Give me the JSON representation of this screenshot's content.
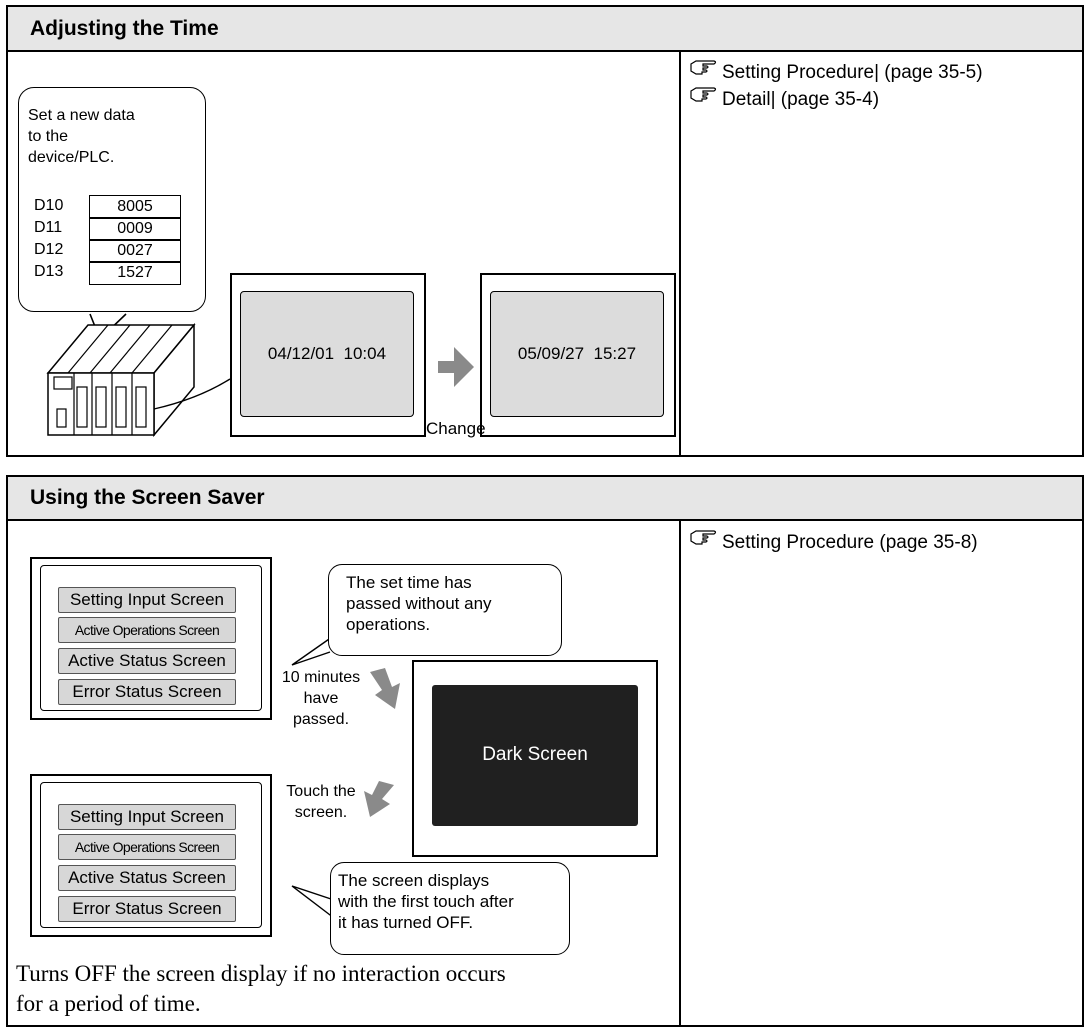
{
  "time_section": {
    "title": "Adjusting the Time",
    "refs": [
      "Setting Procedure| (page 35-5)",
      "Detail| (page 35-4)"
    ],
    "bubble_text": [
      "Set a new data",
      "to the",
      "device/PLC."
    ],
    "registers": [
      {
        "name": "D10",
        "value": "8005"
      },
      {
        "name": "D11",
        "value": "0009"
      },
      {
        "name": "D12",
        "value": "0027"
      },
      {
        "name": "D13",
        "value": "1527"
      }
    ],
    "old_time": "04/12/01  10:04",
    "new_time": "05/09/27  15:27",
    "change_label": "Change"
  },
  "saver_section": {
    "title": "Using the Screen Saver",
    "refs": [
      "Setting Procedure (page 35-8)"
    ],
    "screen_list": [
      "Setting Input Screen",
      "Active Operations Screen",
      "Active Status Screen",
      "Error Status Screen"
    ],
    "bubble_top": [
      "The set time has",
      "passed without any",
      "operations."
    ],
    "bubble_bottom": [
      "The screen displays",
      "with the first touch after",
      "it has turned OFF."
    ],
    "passed_label": [
      "10 minutes",
      "have",
      "passed."
    ],
    "touch_label": [
      "Touch the",
      "screen."
    ],
    "dark_label": "Dark Screen",
    "description": [
      "Turns OFF the screen display if no interaction occurs",
      "for a period of time."
    ]
  },
  "colors": {
    "header_bg": "#e6e6e6",
    "panel_bg": "#dcdcdc",
    "dark_screen": "#202020",
    "arrow": "#8a8a8a"
  }
}
